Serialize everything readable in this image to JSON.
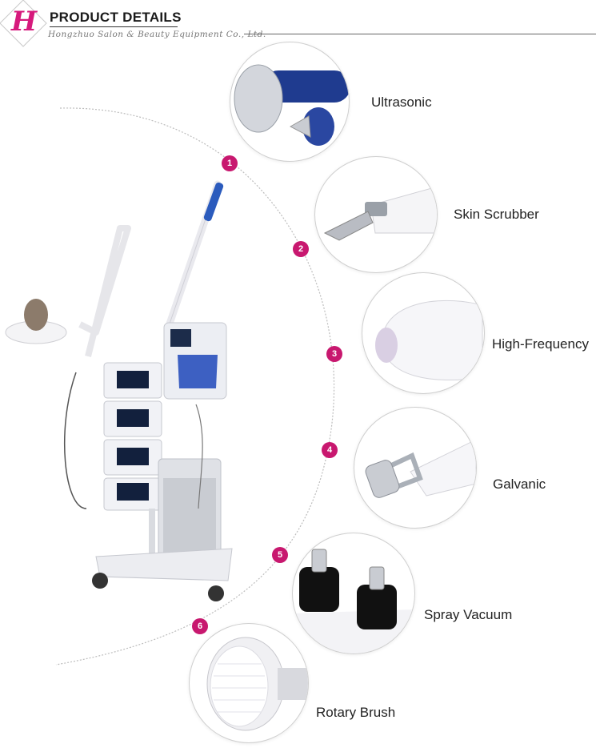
{
  "header": {
    "logo_letter": "H",
    "title": "PRODUCT DETAILS",
    "subtitle": "Hongzhuo Salon & Beauty Equipment Co., Ltd."
  },
  "features": [
    {
      "number": "1",
      "label": "Ultrasonic"
    },
    {
      "number": "2",
      "label": "Skin Scrubber"
    },
    {
      "number": "3",
      "label": "High-Frequency"
    },
    {
      "number": "4",
      "label": "Galvanic"
    },
    {
      "number": "5",
      "label": "Spray Vacuum"
    },
    {
      "number": "6",
      "label": "Rotary Brush"
    }
  ],
  "colors": {
    "accent": "#c8186f",
    "probe_blue": "#1f3b8f",
    "chrome": "#c9ccd2"
  }
}
